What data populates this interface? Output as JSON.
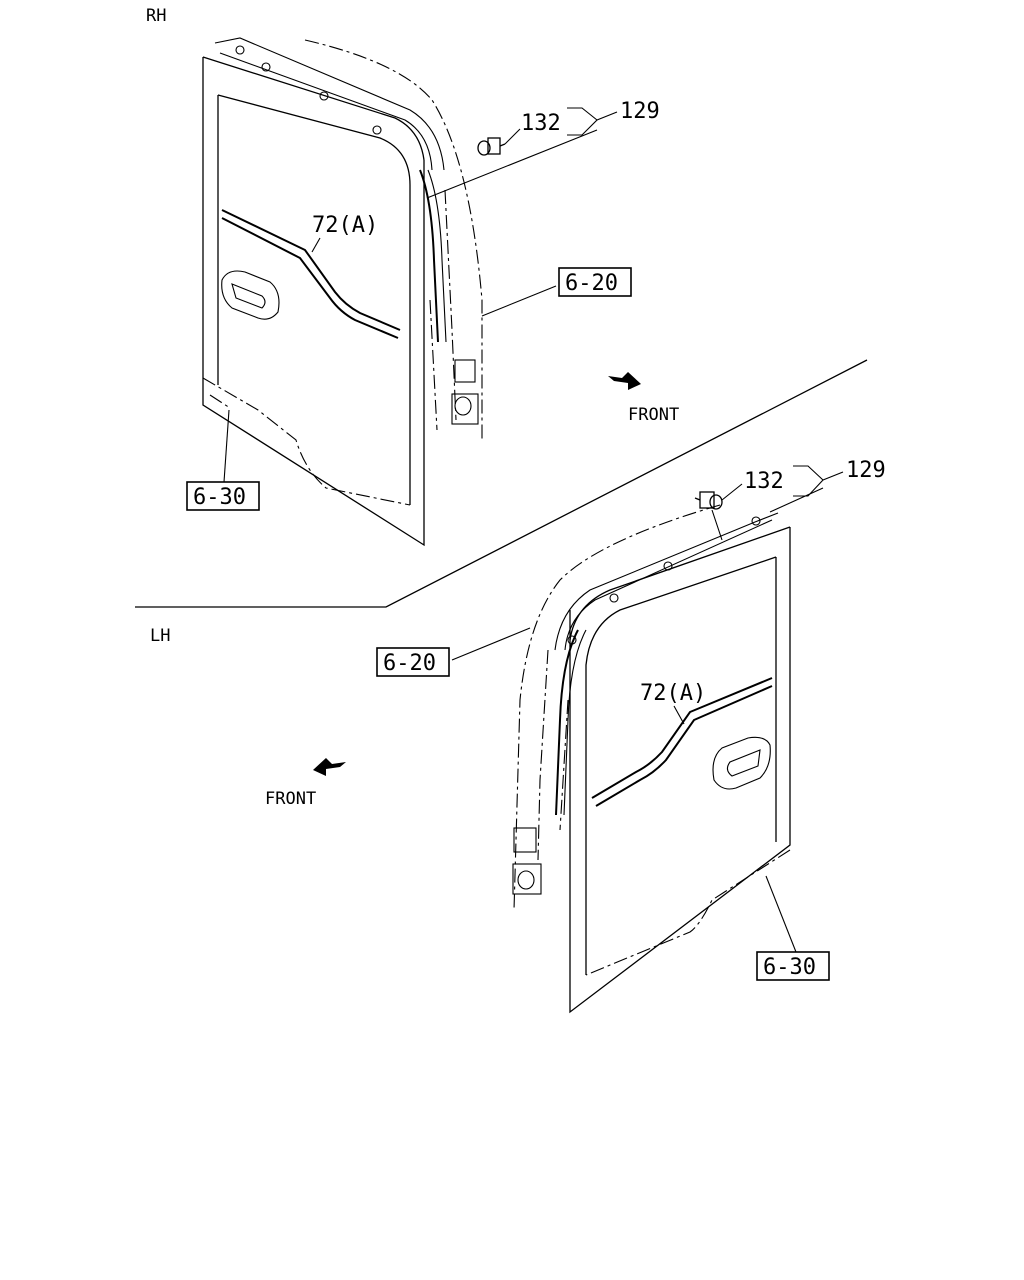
{
  "sections": {
    "rh": {
      "side_label": "RH",
      "front_label": "FRONT",
      "callouts": {
        "part_132": "132",
        "part_129": "129",
        "part_72a": "72(A)",
        "ref_6_20": "6-20",
        "ref_6_30": "6-30"
      }
    },
    "lh": {
      "side_label": "LH",
      "front_label": "FRONT",
      "callouts": {
        "part_132": "132",
        "part_129": "129",
        "part_72a": "72(A)",
        "ref_6_20": "6-20",
        "ref_6_30": "6-30"
      }
    }
  }
}
